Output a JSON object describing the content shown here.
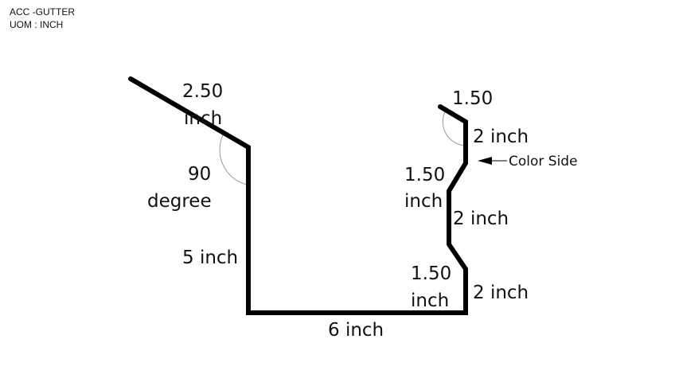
{
  "header": {
    "title": "ACC -GUTTER",
    "uom": "UOM : INCH"
  },
  "labels": {
    "left_flange": [
      "2.50",
      "inch"
    ],
    "left_angle": [
      "90",
      "degree"
    ],
    "left_wall": "5 inch",
    "bottom": "6 inch",
    "right_lower_wall": "2 inch",
    "right_lower_offset": [
      "1.50",
      "inch"
    ],
    "right_mid_wall": "2 inch",
    "right_upper_offset": [
      "1.50",
      "inch"
    ],
    "right_upper_wall": "2 inch",
    "right_hem": "1.50",
    "color_side": "Color Side"
  },
  "colors": {
    "profile": "#000000",
    "arc": "#999999"
  }
}
